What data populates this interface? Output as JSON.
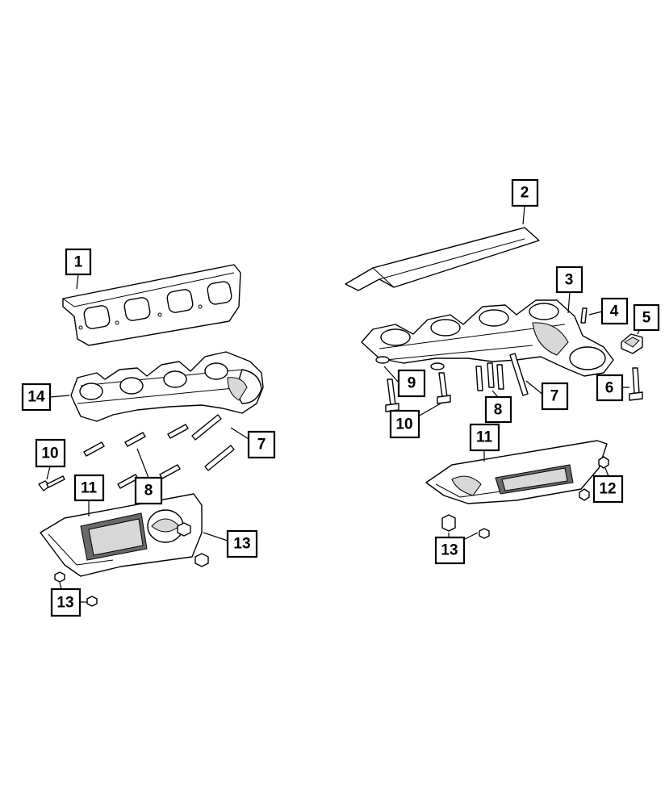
{
  "callouts": [
    {
      "id": "c1",
      "label": "1"
    },
    {
      "id": "c2",
      "label": "2"
    },
    {
      "id": "c3",
      "label": "3"
    },
    {
      "id": "c4",
      "label": "4"
    },
    {
      "id": "c5",
      "label": "5"
    },
    {
      "id": "c6",
      "label": "6"
    },
    {
      "id": "c7r",
      "label": "7"
    },
    {
      "id": "c8r",
      "label": "8"
    },
    {
      "id": "c9",
      "label": "9"
    },
    {
      "id": "c10r",
      "label": "10"
    },
    {
      "id": "c11r",
      "label": "11"
    },
    {
      "id": "c12",
      "label": "12"
    },
    {
      "id": "c13r",
      "label": "13"
    },
    {
      "id": "c14",
      "label": "14"
    },
    {
      "id": "c7l",
      "label": "7"
    },
    {
      "id": "c8l",
      "label": "8"
    },
    {
      "id": "c10l",
      "label": "10"
    },
    {
      "id": "c11l",
      "label": "11"
    },
    {
      "id": "c13l1",
      "label": "13"
    },
    {
      "id": "c13l2",
      "label": "13"
    }
  ]
}
